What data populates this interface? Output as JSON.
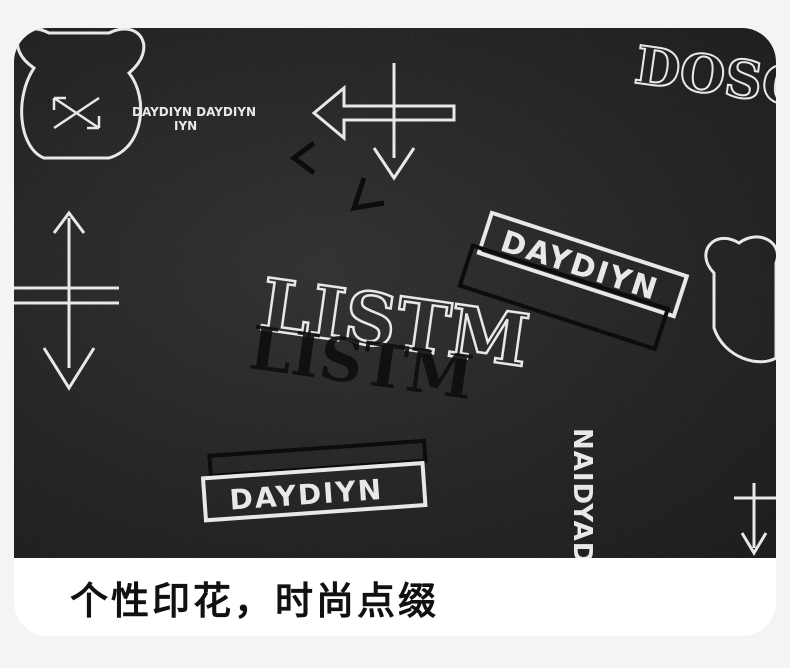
{
  "caption": "个性印花，时尚点缀",
  "print": {
    "brand": "DAYDIYN",
    "brand_pair": "DAYDIYN DAYDIYN",
    "brand_fragment": "IYN",
    "word_listm": "LISTM",
    "word_dosc": "DOSC",
    "word_vertical": "NAIDYAD"
  },
  "colors": {
    "fabric": "#1c1c1c",
    "print": "#e8e8e8",
    "shadow_print": "#0c0c0c",
    "background": "#f4f4f4"
  }
}
